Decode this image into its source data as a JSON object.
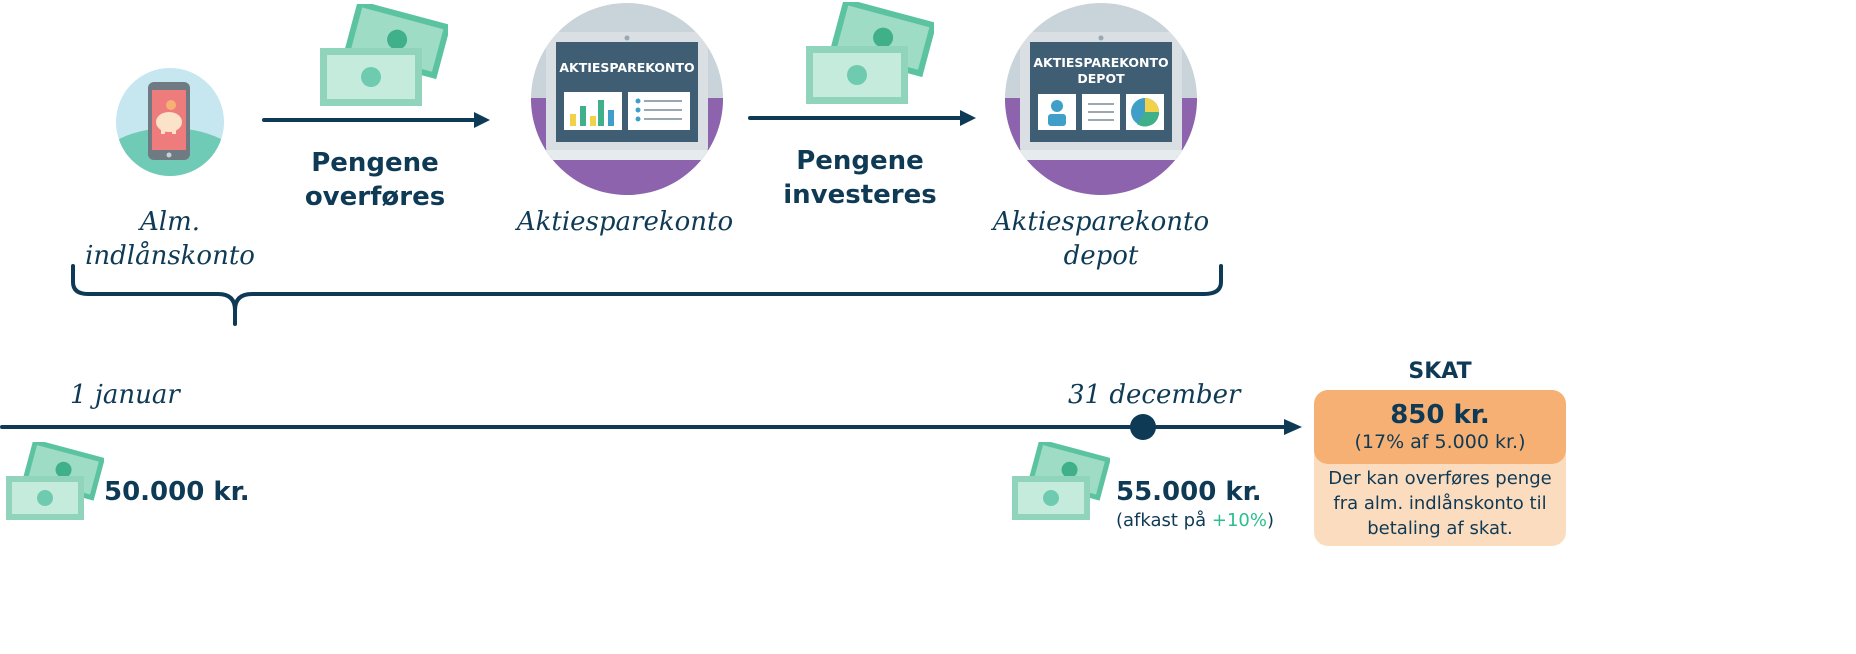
{
  "colors": {
    "navy": "#0f3a55",
    "teal_money": "#9edcc6",
    "teal_dark": "#3fb08a",
    "purple": "#8d63ad",
    "orange": "#f6b074",
    "peach": "#fcdcbf",
    "accent_green": "#2bbf8c"
  },
  "flow": {
    "step1_label_line1": "Alm.",
    "step1_label_line2": "indlånskonto",
    "arrow1_label_line1": "Pengene",
    "arrow1_label_line2": "overføres",
    "step2_screen_title": "AKTIESPAREKONTO",
    "step2_label": "Aktiesparekonto",
    "arrow2_label_line1": "Pengene",
    "arrow2_label_line2": "investeres",
    "step3_screen_title_line1": "AKTIESPAREKONTO",
    "step3_screen_title_line2": "DEPOT",
    "step3_label_line1": "Aktiesparekonto",
    "step3_label_line2": "depot"
  },
  "timeline": {
    "start_label": "1 januar",
    "end_label": "31 december",
    "start_amount": "50.000 kr.",
    "end_amount": "55.000 kr.",
    "return_prefix": "(afkast på ",
    "return_value": "+10%",
    "return_suffix": ")"
  },
  "tax": {
    "heading": "SKAT",
    "amount": "850 kr.",
    "calc": "(17% af 5.000 kr.)",
    "note_line1": "Der kan overføres penge",
    "note_line2": "fra alm. indlånskonto til",
    "note_line3": "betaling af skat."
  },
  "icons": {
    "phone": "piggy-bank-phone-icon",
    "money": "money-bills-icon",
    "laptop": "laptop-account-icon"
  }
}
